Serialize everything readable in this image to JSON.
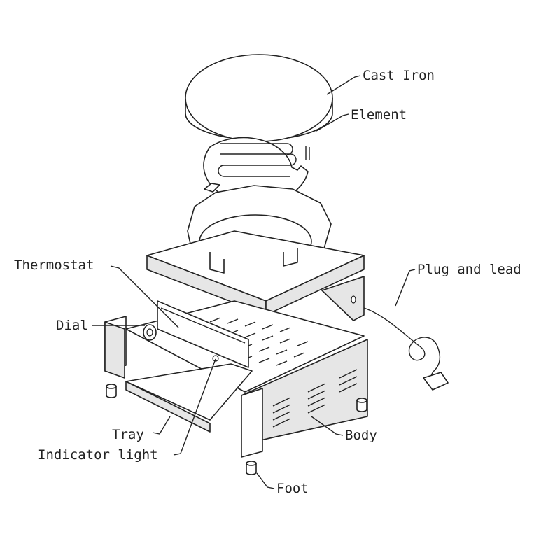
{
  "diagram": {
    "labels": {
      "cast_iron": "Cast Iron",
      "element": "Element",
      "thermostat": "Thermostat",
      "plug_and_lead": "Plug and lead",
      "dial": "Dial",
      "tray": "Tray",
      "indicator_light": "Indicator light",
      "body": "Body",
      "foot": "Foot"
    }
  }
}
